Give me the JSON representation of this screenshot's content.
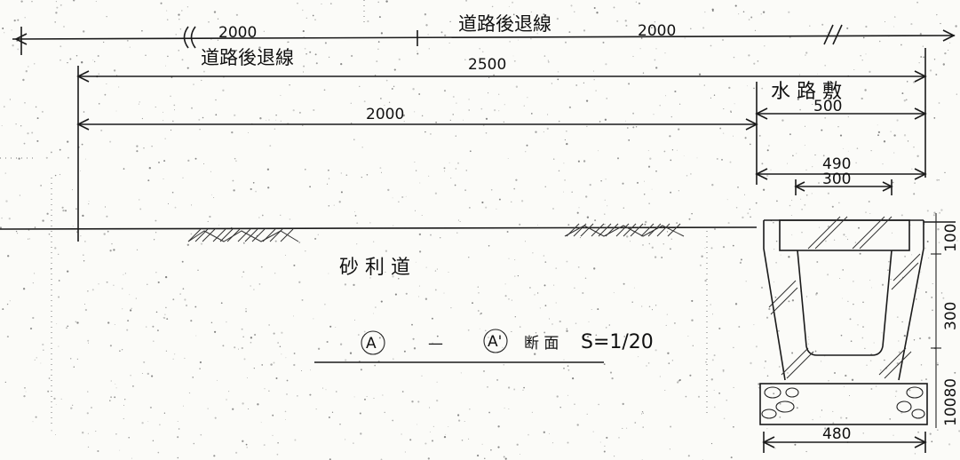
{
  "labels": {
    "road_setback_line": "道路後退線",
    "waterway_site": "水 路 敷",
    "gravel_road": "砂 利 道",
    "section_title_word": "断 面",
    "section_scale": "S=1/20",
    "section_marker_left": "A",
    "section_marker_right": "A'",
    "section_dash": "—"
  },
  "dimensions": {
    "top_left": "2000",
    "top_right": "2000",
    "setback_width": "2500",
    "road_width": "2000",
    "waterway_width": "500",
    "channel_outer_width": "490",
    "channel_inner_width": "300",
    "base_width": "480",
    "height_top": "100",
    "height_middle": "300",
    "height_bottom": "10080"
  }
}
